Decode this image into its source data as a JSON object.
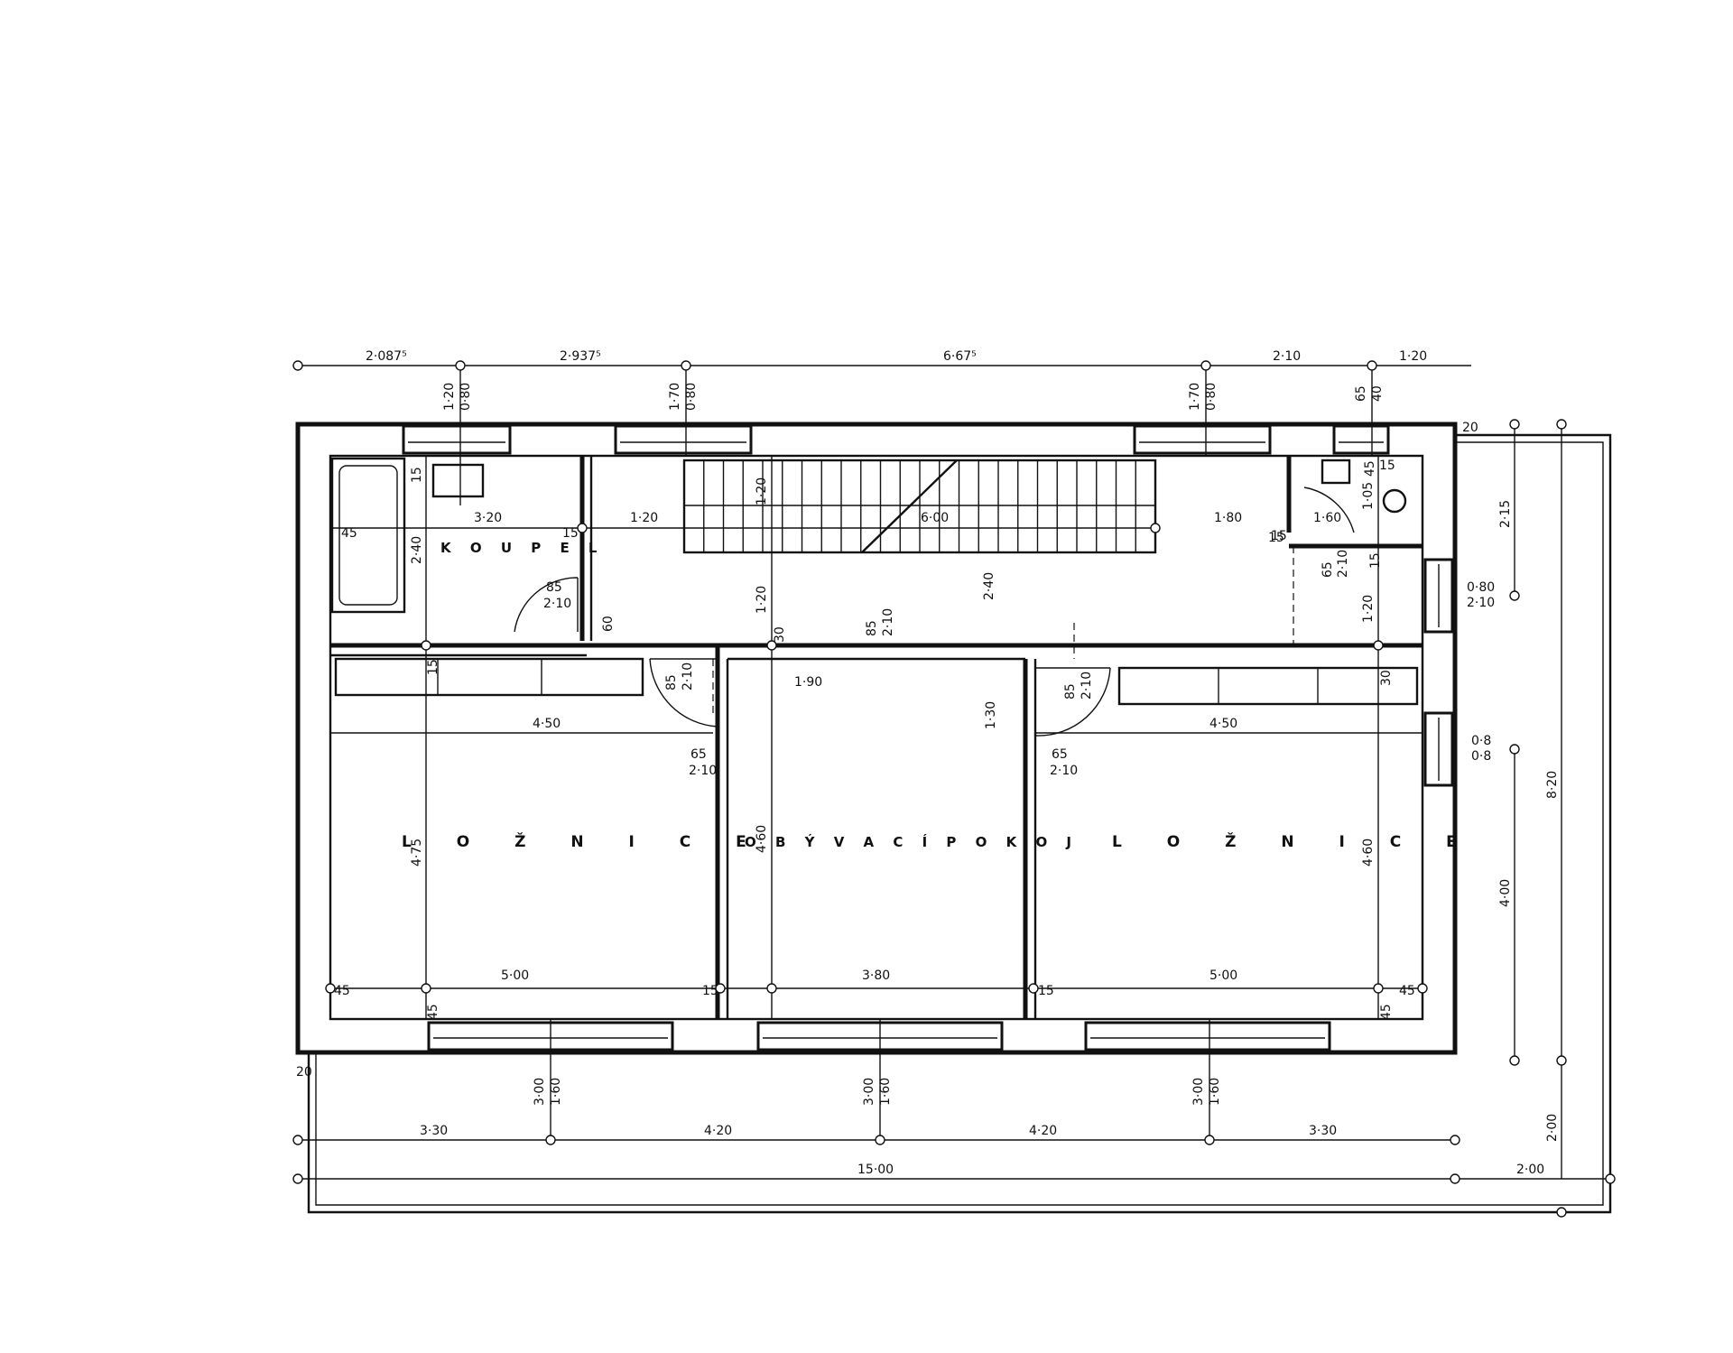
{
  "rooms": {
    "bathroom": "K O U P E L",
    "bedroom_left": "L O Ž N I C E",
    "living_room": "O B Ý V A C Í   P O K O J",
    "bedroom_right": "L O Ž N I C E"
  },
  "dimensions_top": [
    "2·087⁵",
    "2·937⁵",
    "6·67⁵",
    "2·10",
    "1·20"
  ],
  "dimensions_bottom_row1": [
    "3·30",
    "4·20",
    "4·20",
    "3·30"
  ],
  "dimensions_bottom_row2": [
    "15·00",
    "2·00"
  ],
  "dimensions_right": [
    "8·20",
    "4·00",
    "2·00",
    "2·15"
  ],
  "window_labels": {
    "top_1": "1·20",
    "top_1b": "0·80",
    "top_2": "1·70",
    "top_2b": "0·80",
    "top_3": "1·70",
    "top_3b": "0·80",
    "top_4": "65",
    "top_4b": "40",
    "bottom_1": "3·00",
    "bottom_1b": "1·60",
    "bottom_2": "3·00",
    "bottom_2b": "1·60",
    "bottom_3": "3·00",
    "bottom_3b": "1·60",
    "right_1": "0·80",
    "right_1b": "2·10",
    "right_2": "0·8",
    "right_2b": "0·8"
  },
  "interior_dims": {
    "bath_width": "3·20",
    "hall_1": "1·20",
    "stair": "6·00",
    "hall_2": "1·80",
    "bath_height": "2·40",
    "bath_45": "45",
    "bath_15": "15",
    "bath_15b": "15",
    "door_bath": "85",
    "door_bath_h": "2·10",
    "hall_60": "60",
    "hall_120": "1·20",
    "hall_240": "2·40",
    "stair_120": "1·20",
    "wc_160": "1·60",
    "wc_105": "1·05",
    "wc_45": "45",
    "wc_15": "15",
    "wc_65": "65",
    "wc_210": "2·10",
    "wc_15b": "15",
    "hall_right_120": "1·20",
    "door_l": "85",
    "door_l_h": "2·10",
    "door_c": "85",
    "door_c_h": "2·10",
    "door_r": "85",
    "door_r_h": "2·10",
    "wardrobe_left": "4·50",
    "wardrobe_right": "4·50",
    "living_190": "1·90",
    "living_130": "1·30",
    "left_65": "65",
    "left_210": "2·10",
    "right_65": "65",
    "right_210": "2·10",
    "bed_l_width": "5·00",
    "living_width": "3·80",
    "bed_r_width": "5·00",
    "bed_l_height": "4·75",
    "living_height": "4·60",
    "bed_r_height": "4·60",
    "c45a": "45",
    "c45b": "45",
    "c15a": "15",
    "c15b": "15",
    "c15c": "15",
    "c45c": "45",
    "c45d": "45",
    "c30a": "30",
    "c30b": "30",
    "c15d": "15",
    "c15e": "15",
    "c20a": "20",
    "c20b": "20"
  }
}
